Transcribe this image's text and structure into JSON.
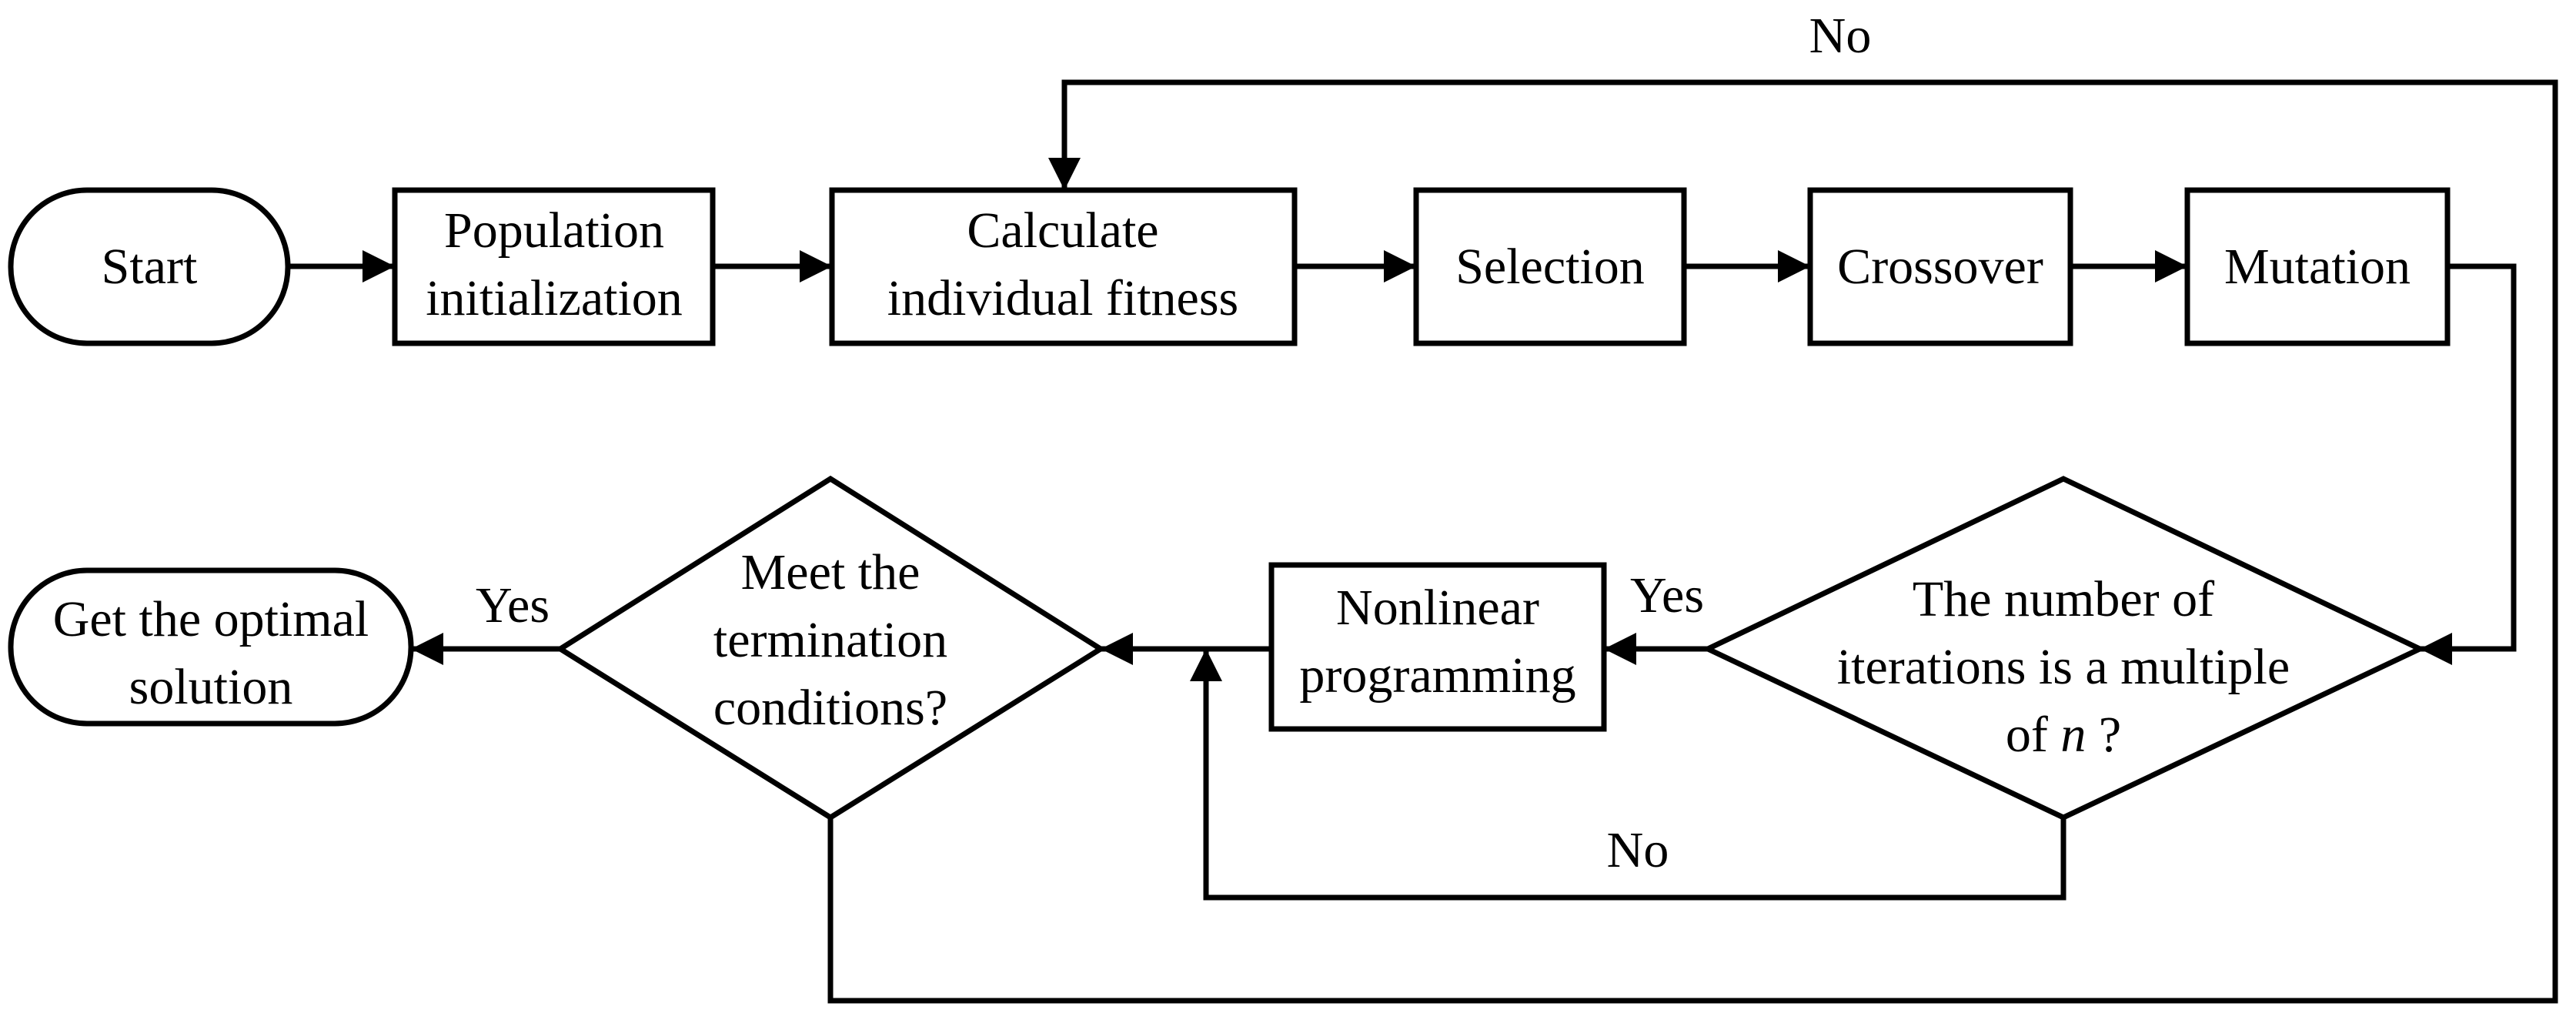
{
  "nodes": {
    "start": {
      "lines": [
        "Start"
      ]
    },
    "population": {
      "lines": [
        "Population",
        "initialization"
      ]
    },
    "fitness": {
      "lines": [
        "Calculate",
        "individual fitness"
      ]
    },
    "selection": {
      "lines": [
        "Selection"
      ]
    },
    "crossover": {
      "lines": [
        "Crossover"
      ]
    },
    "mutation": {
      "lines": [
        "Mutation"
      ]
    },
    "iteration_check": {
      "lines": [
        "The number of",
        "iterations is a multiple"
      ],
      "last_line_prefix": "of ",
      "last_line_var": "n",
      "last_line_suffix": " ?"
    },
    "nonlinear": {
      "lines": [
        "Nonlinear",
        "programming"
      ]
    },
    "termination": {
      "lines": [
        "Meet the",
        "termination",
        "conditions?"
      ]
    },
    "end": {
      "lines": [
        "Get the optimal",
        "solution"
      ]
    }
  },
  "edge_labels": {
    "top_no": "No",
    "iteration_yes": "Yes",
    "iteration_no": "No",
    "termination_yes": "Yes"
  }
}
